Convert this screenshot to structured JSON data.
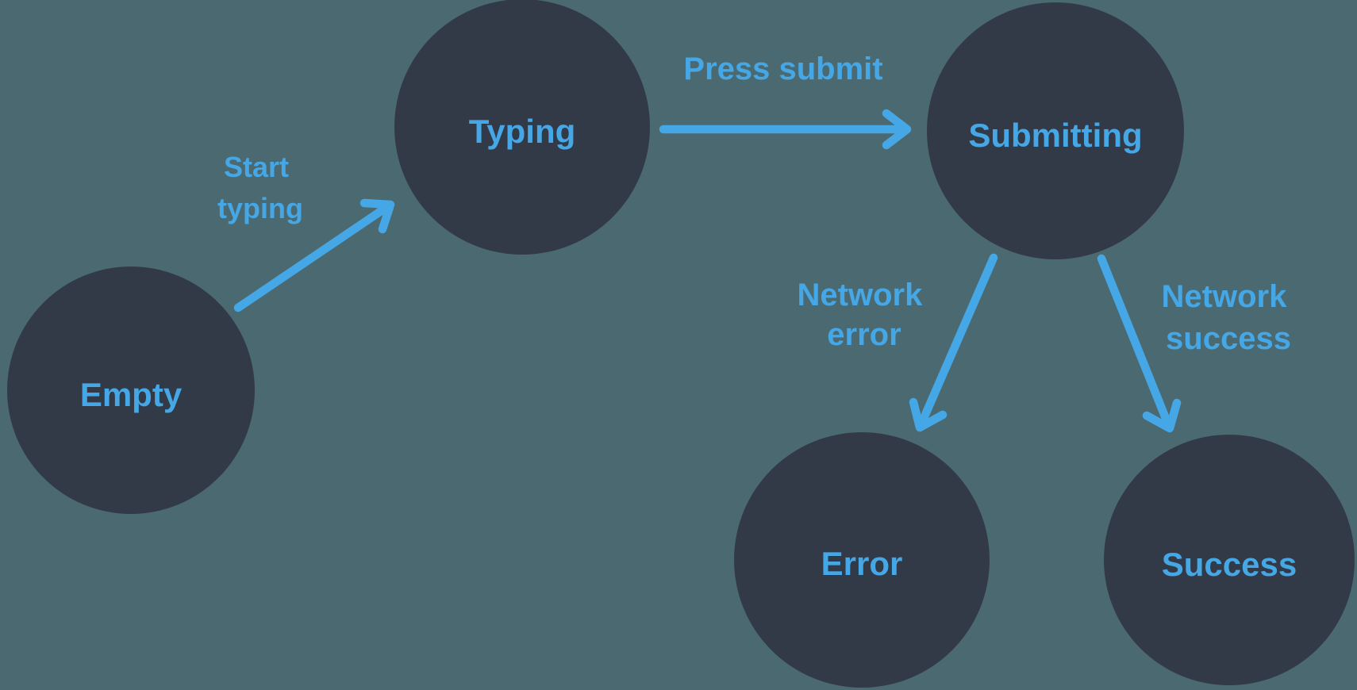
{
  "diagram": {
    "type": "state-machine",
    "colors": {
      "background": "#4B6971",
      "node_fill": "#333A47",
      "accent": "#45A7E5"
    },
    "nodes": [
      {
        "id": "empty",
        "label": "Empty"
      },
      {
        "id": "typing",
        "label": "Typing"
      },
      {
        "id": "submitting",
        "label": "Submitting"
      },
      {
        "id": "error",
        "label": "Error"
      },
      {
        "id": "success",
        "label": "Success"
      }
    ],
    "edges": [
      {
        "from": "empty",
        "to": "typing",
        "label": "Start typing",
        "label_lines": [
          "Start",
          "typing"
        ]
      },
      {
        "from": "typing",
        "to": "submitting",
        "label": "Press submit",
        "label_lines": [
          "Press submit"
        ]
      },
      {
        "from": "submitting",
        "to": "error",
        "label": "Network error",
        "label_lines": [
          "Network",
          "error"
        ]
      },
      {
        "from": "submitting",
        "to": "success",
        "label": "Network success",
        "label_lines": [
          "Network",
          "success"
        ]
      }
    ]
  }
}
